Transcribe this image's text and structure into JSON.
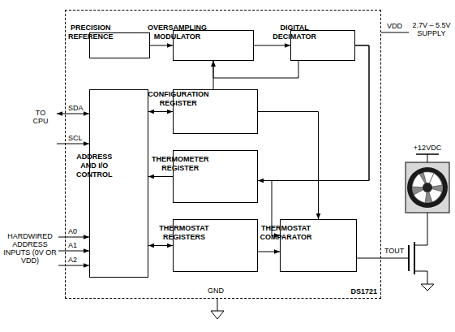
{
  "diagram": {
    "nodes": [
      {
        "text": [
          "DS1721"
        ]
      },
      {
        "text": [
          "PRECISION REFERENCE"
        ],
        "in": 0
      },
      {
        "text": [
          "OVERSAMPLING MODULATOR"
        ],
        "in": 0
      },
      {
        "text": [
          "DIGITAL DECIMATOR"
        ],
        "in": 0
      },
      {
        "text": [
          "ADDRESS AND I/O CONTROL"
        ],
        "in": 0
      },
      {
        "text": [
          "CONFIGURATION REGISTER"
        ],
        "in": 0
      },
      {
        "text": [
          "THERMOMETER REGISTER"
        ],
        "in": 0
      },
      {
        "text": [
          "THERMOSTAT REGISTERS"
        ],
        "in": 0
      },
      {
        "text": [
          "THERMOSTAT COMPARATOR"
        ],
        "in": 0
      }
    ],
    "edges": [
      {
        "from": 1,
        "to": 2,
        "arrow": "to"
      },
      {
        "from": 2,
        "to": 3,
        "arrow": "to"
      },
      {
        "from": 5,
        "to": 2,
        "arrow": "to"
      },
      {
        "from": 3,
        "to": 2,
        "arrow": "to"
      },
      {
        "from": 4,
        "to": 5,
        "arrow": "both"
      },
      {
        "from": 6,
        "to": 4,
        "arrow": "to"
      },
      {
        "from": 4,
        "to": 7,
        "arrow": "both"
      },
      {
        "from": 3,
        "to": 6,
        "arrow": "to"
      },
      {
        "from": 3,
        "to": 8,
        "arrow": "to"
      },
      {
        "from": 7,
        "to": 8,
        "arrow": "to"
      },
      {
        "from": 5,
        "to": 8,
        "arrow": "to"
      }
    ],
    "labels": [
      "TO CPU",
      "SDA",
      "SCL",
      "A0",
      "A1",
      "A2",
      "HARDWIRED ADDRESS INPUTS (0V OR VDD)",
      "VDD",
      "2.7V – 5.5V SUPPLY",
      "+12VDC",
      "TOUT",
      "GND"
    ]
  }
}
